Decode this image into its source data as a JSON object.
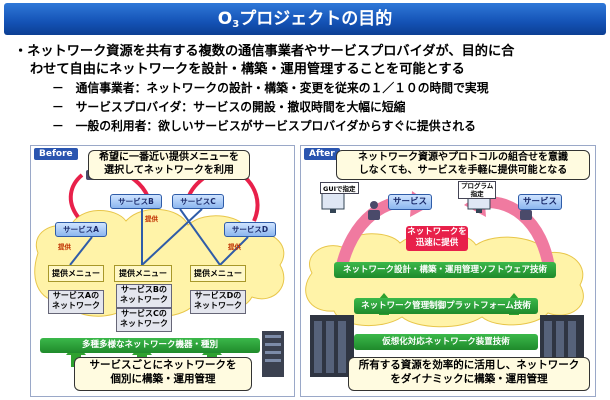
{
  "title": {
    "prefix": "O",
    "subscript": "3",
    "suffix": "プロジェクトの目的"
  },
  "bullets": {
    "main_line1": "・ネットワーク資源を共有する複数の通信事業者やサービスプロバイダが、目的に合",
    "main_line2": "わせて自由にネットワークを設計・構築・運用管理することを可能とする",
    "sub1": "－　通信事業者：ネットワークの設計・構築・変更を従来の１／１０の時間で実現",
    "sub2": "－　サービスプロバイダ：サービスの開設・撤収時間を大幅に短縮",
    "sub3": "－　一般の利用者：欲しいサービスがサービスプロバイダからすぐに提供される"
  },
  "before": {
    "tag": "Before",
    "callout_top_line1": "希望に一番近い提供メニューを",
    "callout_top_line2": "選択してネットワークを利用",
    "services": [
      "サービスB",
      "サービスA",
      "サービスC",
      "サービスD"
    ],
    "supply_label": "提供",
    "menus": [
      "提供メニュー",
      "提供メニュー",
      "提供メニュー"
    ],
    "networks": [
      {
        "line1": "サービスAの",
        "line2": "ネットワーク"
      },
      {
        "line1": "サービスBの",
        "line2": "ネットワーク"
      },
      {
        "line1": "サービスCの",
        "line2": "ネットワーク"
      },
      {
        "line1": "サービスDの",
        "line2": "ネットワーク"
      }
    ],
    "infra_bar": "多種多様なネットワーク機器・種別",
    "callout_bottom_line1": "サービスごとにネットワークを",
    "callout_bottom_line2": "個別に構築・運用管理"
  },
  "after": {
    "tag": "After",
    "callout_top_line1": "ネットワーク資源やプロトコルの組合せを意識",
    "callout_top_line2": "しなくても、サービスを手軽に提供可能となる",
    "gui_label": "GUIで指定",
    "program_label_line1": "プログラム",
    "program_label_line2": "指定",
    "services": [
      "サービス",
      "サービス"
    ],
    "center_line1": "ネットワークを",
    "center_line2": "迅速に提供",
    "layer1": "ネットワーク設計・構築・運用管理ソフトウェア技術",
    "layer2": "ネットワーク管理制御プラットフォーム技術",
    "layer3": "仮想化対応ネットワーク装置技術",
    "callout_bottom_line1": "所有する資源を効率的に活用し、ネットワーク",
    "callout_bottom_line2": "をダイナミックに構築・運用管理"
  },
  "colors": {
    "title_blue": "#1452b5",
    "arrow_red": "#e8204a",
    "arrow_green": "#2fa12f",
    "cloud": "#fff3a8"
  }
}
